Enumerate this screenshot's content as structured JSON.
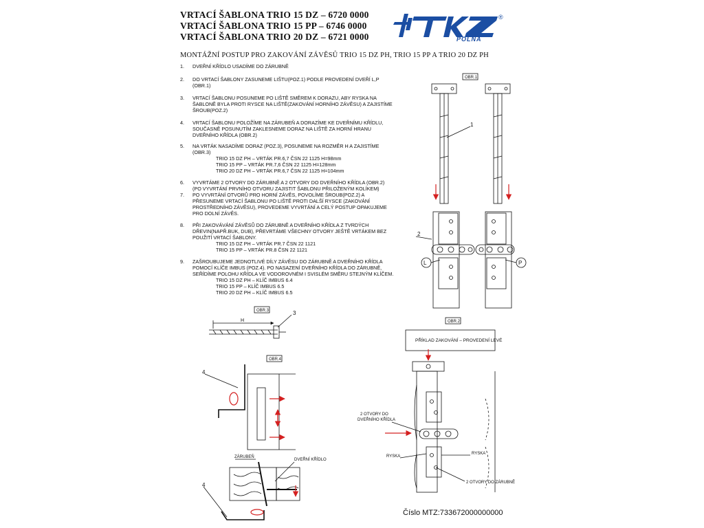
{
  "header": {
    "titles": [
      "VRTACÍ ŠABLONA TRIO 15 DZ – 6720 0000",
      "VRTACÍ ŠABLONA TRIO 15 PP – 6746 0000",
      "VRTACÍ ŠABLONA TRIO 20 DZ – 6721 0000"
    ],
    "logo_text": "TKZ",
    "logo_sub": "POLNÁ",
    "logo_reg": "®"
  },
  "subtitle": "MONTÁŽNÍ POSTUP PRO ZAKOVÁNÍ ZÁVĚSŮ TRIO 15 DZ PH, TRIO 15 PP A TRIO 20 DZ PH",
  "steps": [
    {
      "num": "1.",
      "lines": [
        "DVEŘNÍ KŘÍDLO USADÍME DO ZÁRUBNĚ"
      ],
      "sub": []
    },
    {
      "num": "2.",
      "lines": [
        "DO VRTACÍ ŠABLONY ZASUNEME LIŠTU(POZ.1) PODLE PROVEDENÍ DVEŘÍ L,P",
        "(OBR.1)"
      ],
      "sub": []
    },
    {
      "num": "3.",
      "lines": [
        "VRTACÍ ŠABLONU POSUNEME PO LIŠTĚ SMĚREM K DORAZU, ABY RYSKA NA",
        "ŠABLONĚ BYLA PROTI RYSCE NA LIŠTĚ(ZAKOVÁNÍ HORNÍHO ZÁVĚSU) A ZAJISTÍME",
        "ŠROUB(POZ.2)"
      ],
      "sub": []
    },
    {
      "num": "4.",
      "lines": [
        "VRTACÍ ŠABLONU POLOŽÍME NA ZÁRUBEŇ A DORAZÍME KE DVEŘNÍMU KŘÍDLU,",
        "SOUČASNĚ POSUNUTÍM ZAKLESNEME DORAZ NA LIŠTĚ ZA HORNÍ HRANU",
        "DVEŘNÍHO KŘÍDLA (OBR.2)"
      ],
      "sub": []
    },
    {
      "num": "5.",
      "lines": [
        "NA VRTÁK NASADÍME DORAZ (POZ.3), POSUNEME NA ROZMĚR H A ZAJISTÍME",
        "(OBR.3)"
      ],
      "sub": [
        "TRIO 15 DZ PH – VRTÁK PR.6,7 ČSN 22 1125    H=98mm",
        "TRIO 15 PP – VRTÁK PR.7,6 ČSN 22 1125      H=128mm",
        "TRIO 20 DZ PH – VRTÁK PR.6,7 ČSN 22 1125    H=104mm"
      ]
    },
    {
      "num": "6.",
      "lines": [
        "VYVRTÁME 2 OTVORY DO ZÁRUBNĚ A 2 OTVORY DO DVEŘNÍHO KŘÍDLA (OBR.2)",
        "(PO VYVRTÁNÍ PRVNÍHO OTVORU ZAJISTIT ŠABLONU PŘILOŽENÝM KOLÍKEM)"
      ],
      "sub": []
    },
    {
      "num": "7.",
      "lines": [
        "PO VYVRTÁNÍ OTVORŮ PRO HORNÍ ZÁVĚS, POVOLÍME ŠROUB(POZ.2) A",
        "PŘESUNEME VRTACÍ ŠABLONU PO LIŠTĚ PROTI DALŠÍ RYSCE (ZAKOVÁNÍ",
        "PROSTŘEDNÍHO ZÁVĚSU), PROVEDEME VYVRTÁNÍ A CELÝ POSTUP OPAKUJEME",
        "PRO DOLNÍ ZÁVĚS."
      ],
      "sub": []
    },
    {
      "num": "8.",
      "lines": [
        "PŘI ZAKOVÁVÁNÍ ZÁVĚSŮ DO ZÁRUBNĚ A DVEŘNÍHO KŘÍDLA Z TVRDÝCH",
        "DŘEVIN(NAPŘ.BUK, DUB), PŘEVRTÁME VŠECHNY OTVORY JEŠTĚ VRTÁKEM BEZ",
        "POUŽITÍ VRTACÍ ŠABLONY."
      ],
      "sub": [
        "TRIO 15 DZ PH – VRTÁK PR.7 ČSN 22 1121",
        "TRIO 15 PP – VRTÁK PR.8 ČSN 22 1121"
      ]
    },
    {
      "num": "9.",
      "lines": [
        "ZAŠROUBUJEME JEDNOTLIVÉ DÍLY ZÁVĚSU DO ZÁRUBNĚ A DVEŘNÍHO KŘÍDLA",
        "POMOCÍ KLÍČE IMBUS (POZ.4). PO NASAZENÍ DVEŘNÍHO KŘÍDLA DO ZÁRUBNĚ,",
        "SEŘÍDÍME POLOHU KŘÍDLA VE VODOROVNÉM I SVISLÉM SMĚRU STEJNÝM KLÍČEM."
      ],
      "sub": [
        "TRIO 15 DZ PH – KLÍČ IMBUS 6.4",
        "TRIO 15 PP – KLÍČ IMBUS 6.5",
        "TRIO 20 DZ PH – KLÍČ IMBUS 6.5"
      ]
    }
  ],
  "drawings": {
    "obr1": {
      "label": "OBR.1",
      "pos1": "1",
      "pos2": "2",
      "left": "L",
      "right": "P"
    },
    "obr2": {
      "label": "OBR.2",
      "example": "PŘÍKLAD ZAKOVÁNÍ – PROVEDENÍ LEVÉ",
      "holes_wing_1": "2 OTVORY DO",
      "holes_wing_2": "DVEŘNÍHO KŘÍDLA",
      "ryska_left": "RYSKA",
      "ryska_right": "RYSKA",
      "holes_frame": "2 OTVORY DO ZÁRUBNĚ"
    },
    "obr3": {
      "label": "OBR.3",
      "h": "H",
      "pos3": "3"
    },
    "obr4": {
      "label": "OBR.4",
      "pos4a": "4",
      "pos4b": "4",
      "zarubne": "ZÁRUBEŇ",
      "kridlo": "DVEŘNÍ KŘÍDLO"
    }
  },
  "footer": {
    "number": "Číslo MTZ:733672000000000"
  },
  "colors": {
    "ink": "#111111",
    "logo_blue": "#1b4ea3",
    "arrow_red": "#d42020"
  }
}
